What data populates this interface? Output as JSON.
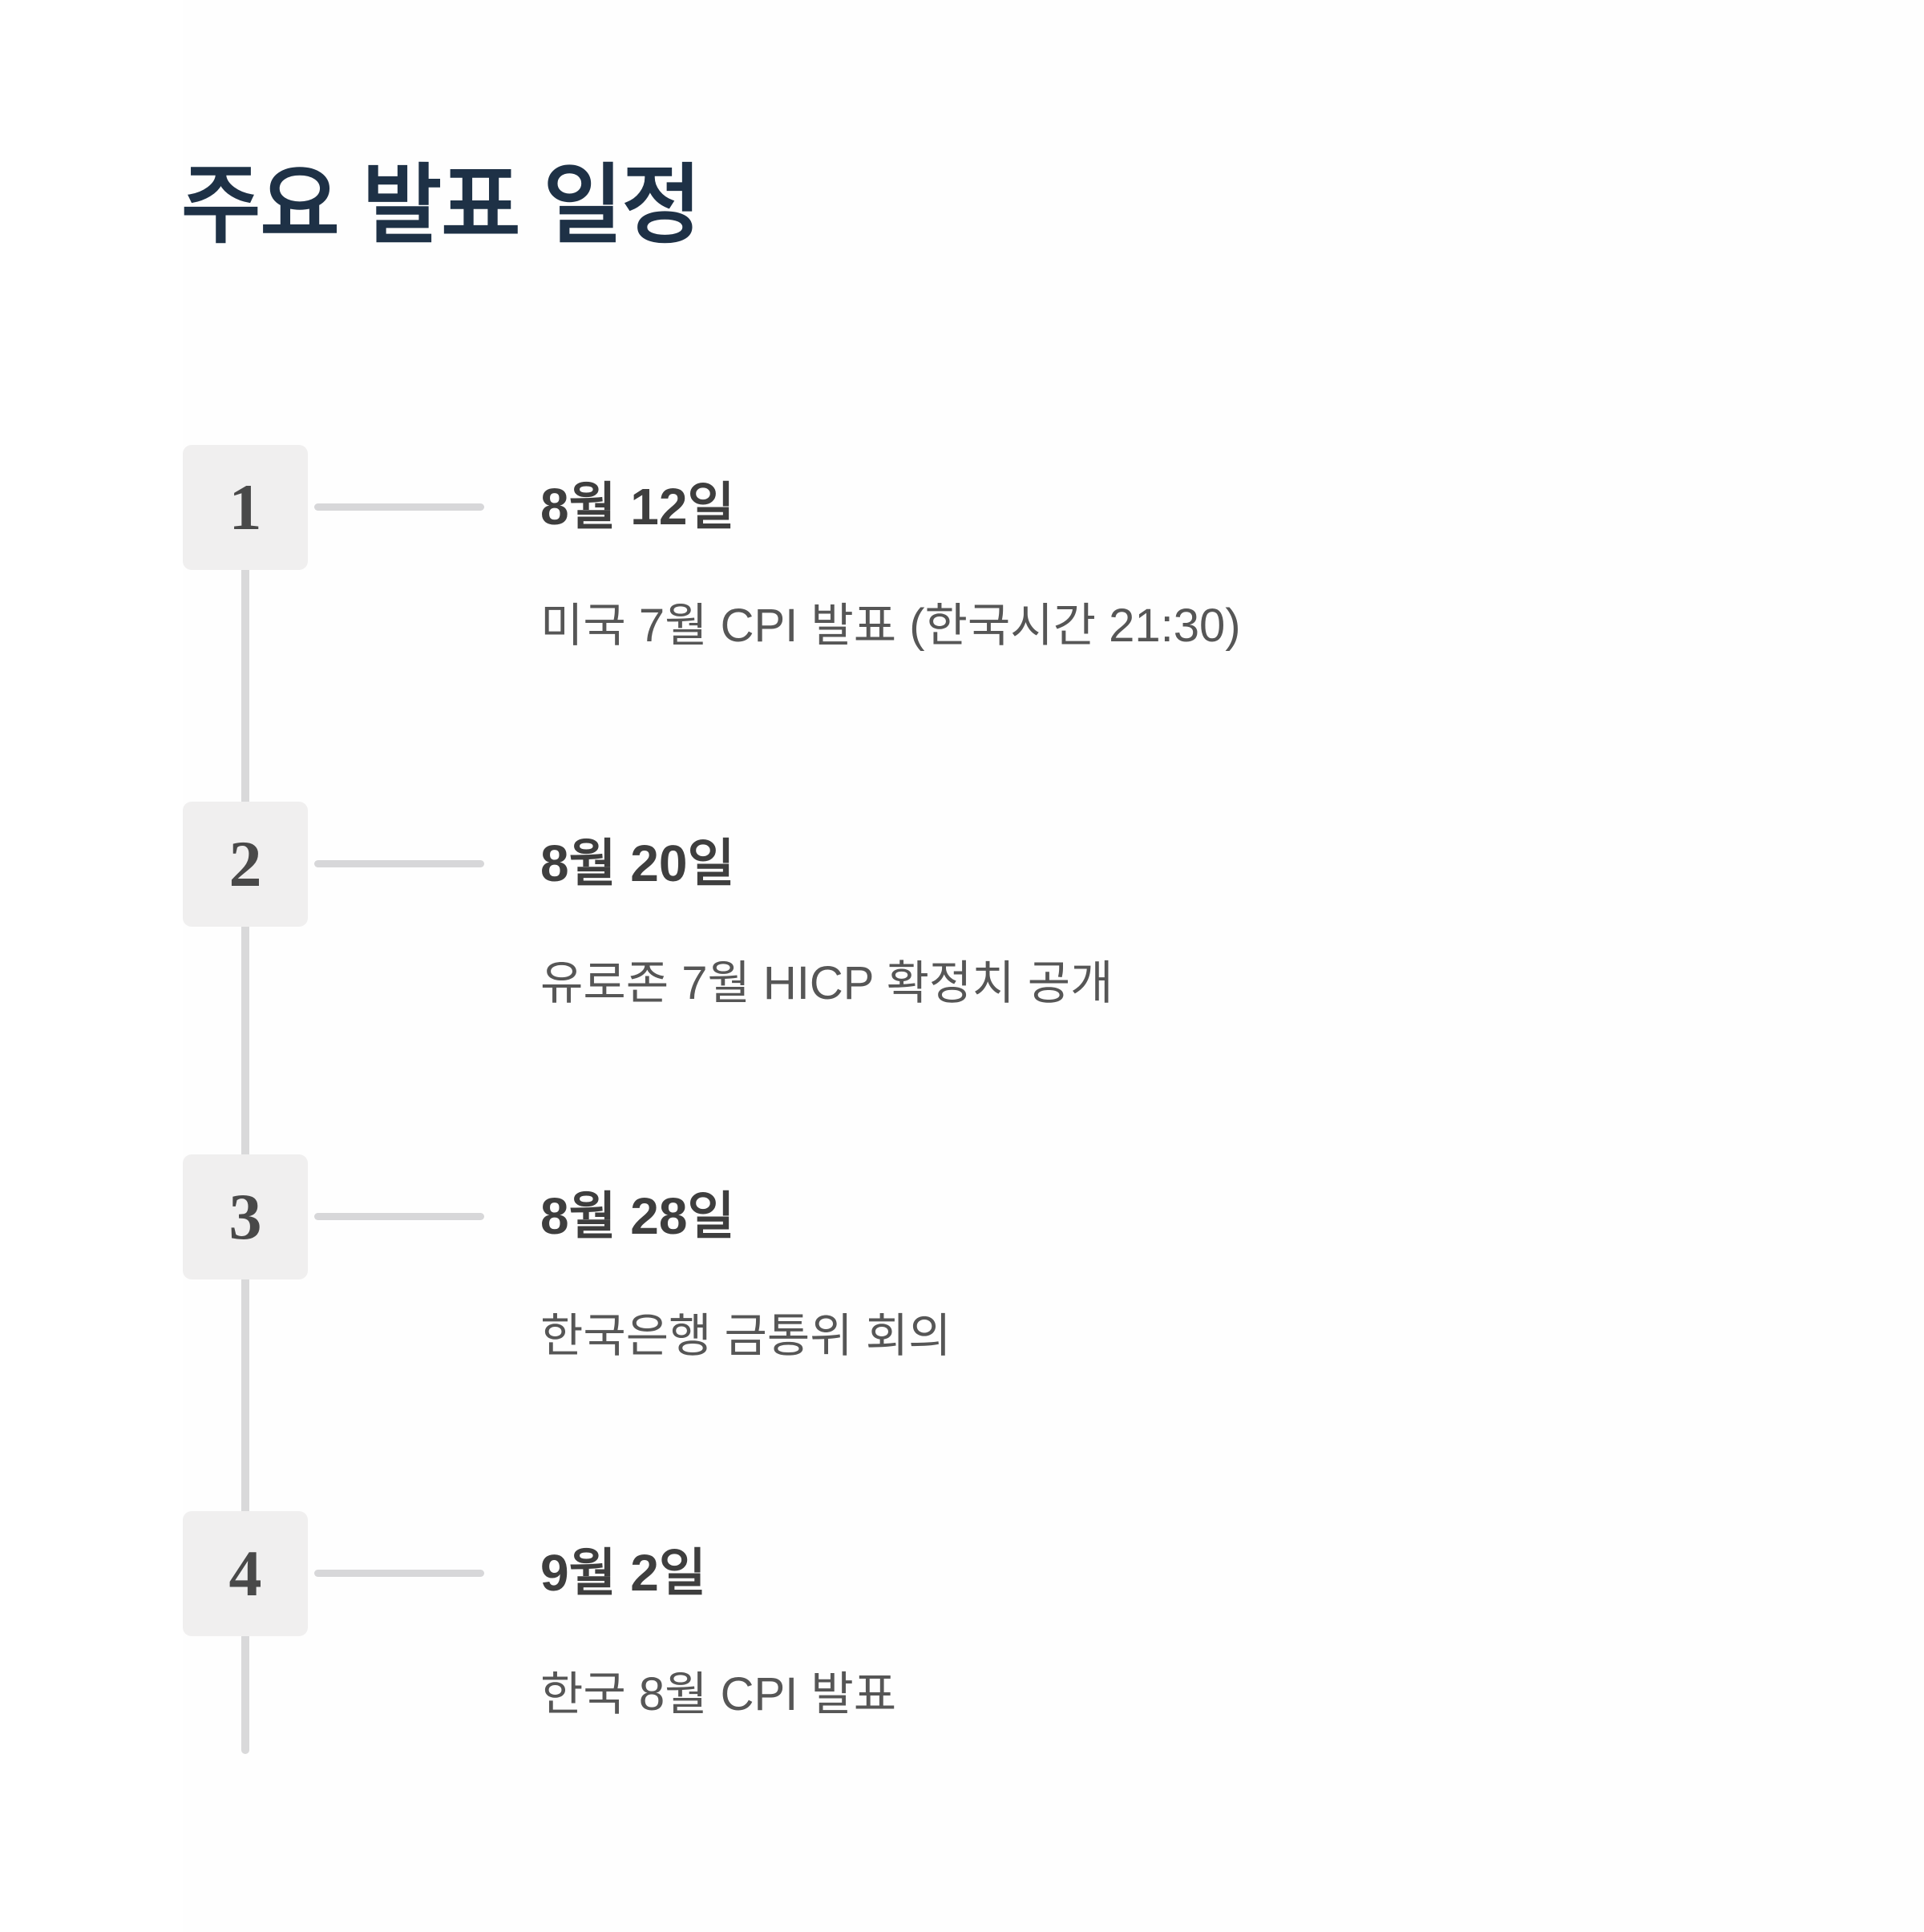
{
  "page": {
    "title": "주요 발표 일정",
    "background_color": "#ffffff",
    "title_color": "#1e3146"
  },
  "timeline": {
    "rail_color": "#d9d9da",
    "badge_background": "#f0efef",
    "badge_number_color": "#494949",
    "connector_color": "#d7d7d9",
    "date_color": "#3e3e3e",
    "description_color": "#565656",
    "items": [
      {
        "step": "1",
        "date": "8월 12일",
        "description": "미국 7월 CPI 발표 (한국시간 21:30)"
      },
      {
        "step": "2",
        "date": "8월 20일",
        "description": "유로존 7월 HICP 확정치 공개"
      },
      {
        "step": "3",
        "date": "8월 28일",
        "description": "한국은행 금통위 회의"
      },
      {
        "step": "4",
        "date": "9월 2일",
        "description": "한국 8월 CPI 발표"
      }
    ]
  }
}
